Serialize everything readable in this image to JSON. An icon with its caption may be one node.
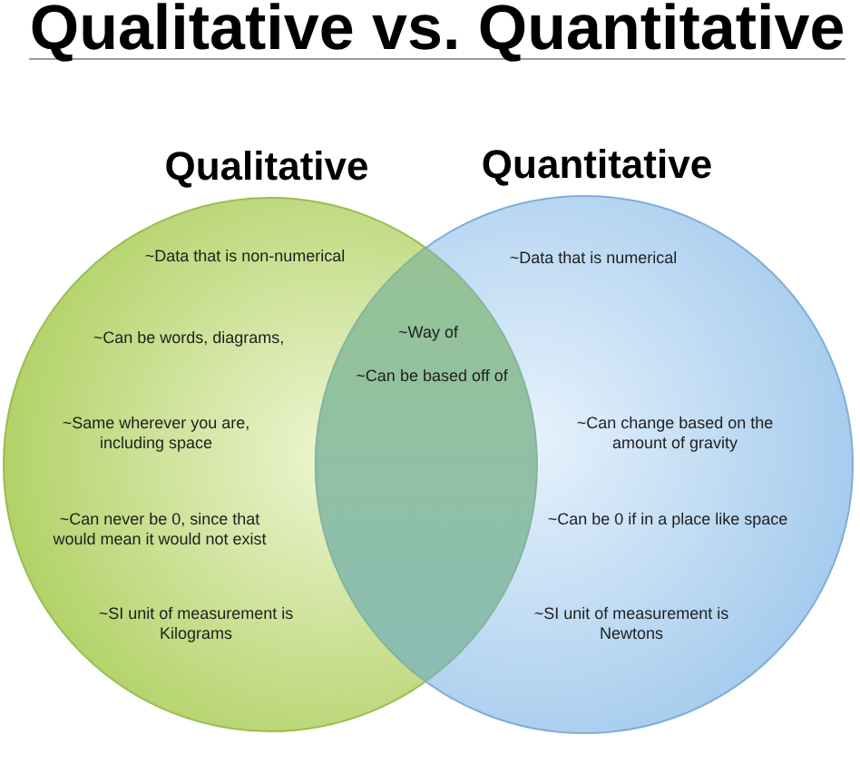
{
  "diagram": {
    "title": "Qualitative vs. Quantitative",
    "nodes": [
      {
        "text": [
          "Qualitative",
          "~Data that is non-numerical",
          "~Can be words, diagrams,",
          "~Same wherever you are, including space",
          "~Can never be 0, since that would mean it would not exist",
          "~SI unit of measurement is Kilograms"
        ]
      },
      {
        "text": [
          "Quantitative",
          "~Data that is numerical",
          "~Can change based on the amount of gravity",
          "~Can be 0 if in a place like space",
          "~SI unit of measurement is Newtons"
        ]
      },
      {
        "text": [
          "~Way of",
          "~Can be based off of"
        ]
      }
    ]
  }
}
